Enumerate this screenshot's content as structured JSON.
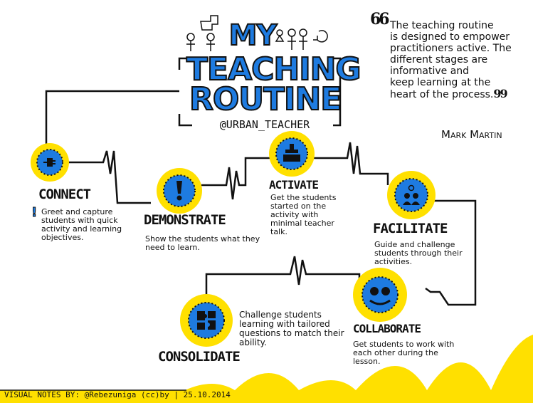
{
  "title": {
    "line1": "MY",
    "line2": "TEACHING",
    "line3": "ROUTINE",
    "handle": "@URBAN_TEACHER"
  },
  "quote": {
    "open_mark": "66",
    "text_line1": "The teaching routine",
    "text_line2": "is designed to empower",
    "text_line3": "practitioners active. The",
    "text_line4": "different stages are",
    "text_line5": "informative and",
    "text_line6": "keep learning at the",
    "text_line7": "heart of the process.",
    "close_mark": "99",
    "author": "Mark Martin"
  },
  "stages": {
    "connect": {
      "title": "CONNECT",
      "desc1": "Greet and capture",
      "desc2": "students with quick",
      "desc3": "activity and learning",
      "desc4": "objectives.",
      "marker": "!",
      "icon": "plug-icon"
    },
    "demonstrate": {
      "title": "DEMONSTRATE",
      "desc1": "Show the students what they",
      "desc2": "need to learn.",
      "icon": "exclamation-icon"
    },
    "activate": {
      "title": "ACTIVATE",
      "desc1": "Get the students",
      "desc2": "started on the",
      "desc3": "activity with",
      "desc4": "minimal teacher",
      "desc5": "talk.",
      "icon": "plunger-icon"
    },
    "facilitate": {
      "title": "FACILITATE",
      "desc1": "Guide and challenge",
      "desc2": "students through their",
      "desc3": "activities.",
      "icon": "group-idea-icon"
    },
    "collaborate": {
      "title": "COLLABORATE",
      "desc1": "Get students to work with",
      "desc2": "each other during the",
      "desc3": "lesson.",
      "icon": "faces-icon"
    },
    "consolidate": {
      "title": "CONSOLIDATE",
      "desc1": "Challenge students",
      "desc2": "learning with tailored",
      "desc3": "questions to match their",
      "desc4": "ability.",
      "icon": "puzzle-icon"
    }
  },
  "footer": "VISUAL NOTES BY: @Rebezuniga (cc)by | 25.10.2014",
  "colors": {
    "yellow": "#ffe000",
    "blue": "#1e7be0",
    "ink": "#111111"
  }
}
